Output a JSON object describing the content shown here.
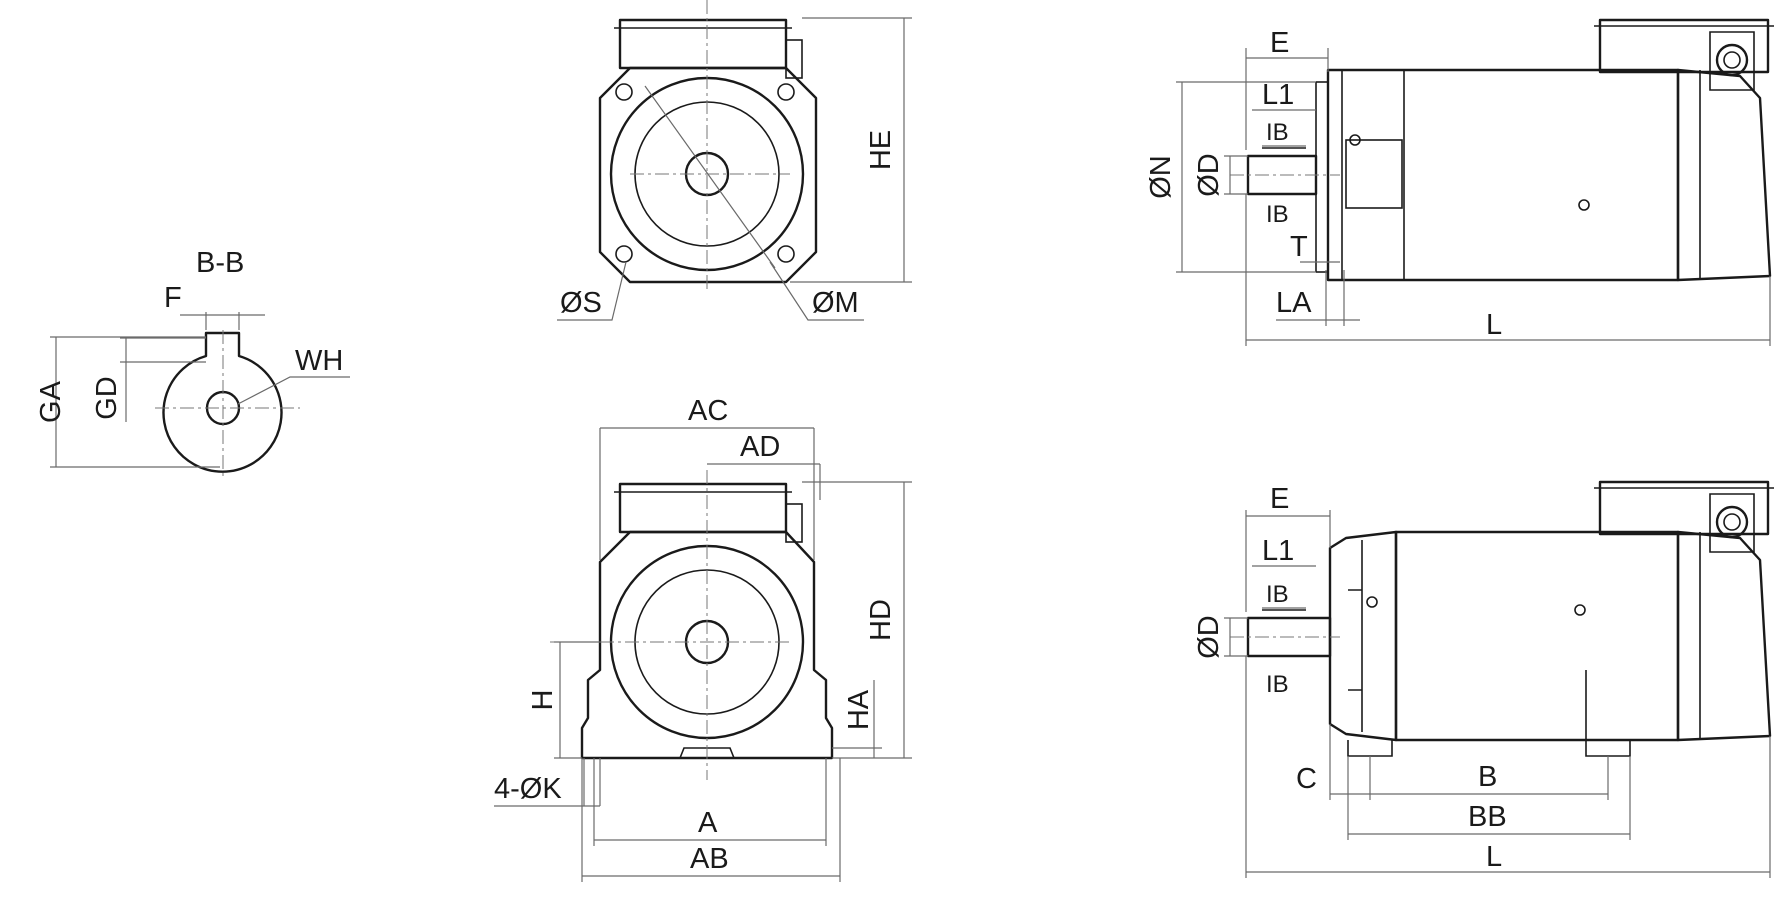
{
  "labels": {
    "section": "B-B",
    "f": "F",
    "ga": "GA",
    "gd": "GD",
    "wh": "WH",
    "he": "HE",
    "s": "ØS",
    "m": "ØM",
    "ac": "AC",
    "ad": "AD",
    "hd": "HD",
    "h": "H",
    "ha": "HA",
    "k": "4-ØK",
    "a": "A",
    "ab": "AB",
    "e1": "E",
    "l1_1": "L1",
    "ib1": "IB",
    "n": "ØN",
    "d1": "ØD",
    "ib2": "IB",
    "t": "T",
    "la": "LA",
    "l_top": "L",
    "e2": "E",
    "l1_2": "L1",
    "ib3": "IB",
    "d2": "ØD",
    "ib4": "IB",
    "c": "C",
    "b": "B",
    "bb": "BB",
    "l_bottom": "L"
  }
}
